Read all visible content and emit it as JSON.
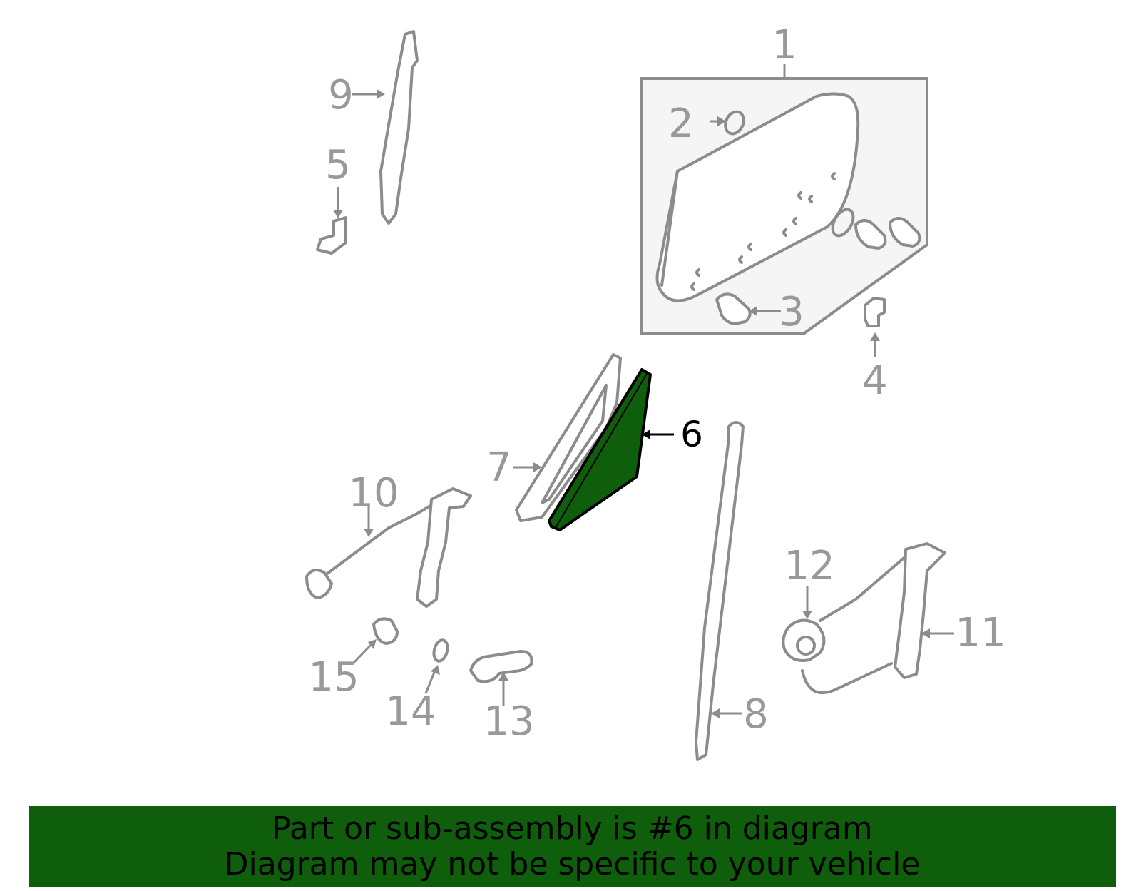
{
  "diagram": {
    "callouts": [
      "1",
      "2",
      "3",
      "4",
      "5",
      "6",
      "7",
      "8",
      "9",
      "10",
      "11",
      "12",
      "13",
      "14",
      "15"
    ],
    "selected_callout": "6",
    "highlight_color": "#0f5e0c"
  },
  "footer": {
    "line1": "Part or sub-assembly is #6 in diagram",
    "line2": "Diagram may not be specific to your vehicle"
  }
}
